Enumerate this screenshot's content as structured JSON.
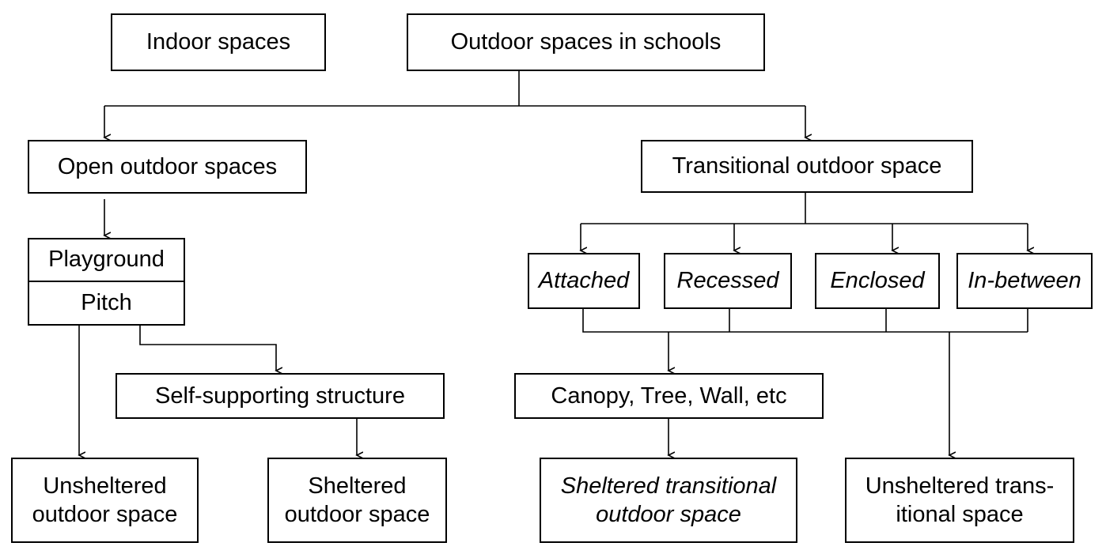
{
  "top": {
    "indoor": "Indoor spaces",
    "outdoor": "Outdoor spaces in schools"
  },
  "level1": {
    "open": "Open outdoor spaces",
    "transitional": "Transitional outdoor space"
  },
  "open_branch": {
    "playground": "Playground",
    "pitch": "Pitch",
    "self_supporting": "Self-supporting structure",
    "unsheltered_line1": "Unsheltered",
    "unsheltered_line2": "outdoor space",
    "sheltered_line1": "Sheltered",
    "sheltered_line2": "outdoor space"
  },
  "transitional_branch": {
    "types": [
      "Attached",
      "Recessed",
      "Enclosed",
      "In-between"
    ],
    "elements": "Canopy, Tree, Wall, etc",
    "sheltered_line1": "Sheltered transitional",
    "sheltered_line2": "outdoor space",
    "unsheltered_line1": "Unsheltered trans-",
    "unsheltered_line2": "itional space"
  }
}
